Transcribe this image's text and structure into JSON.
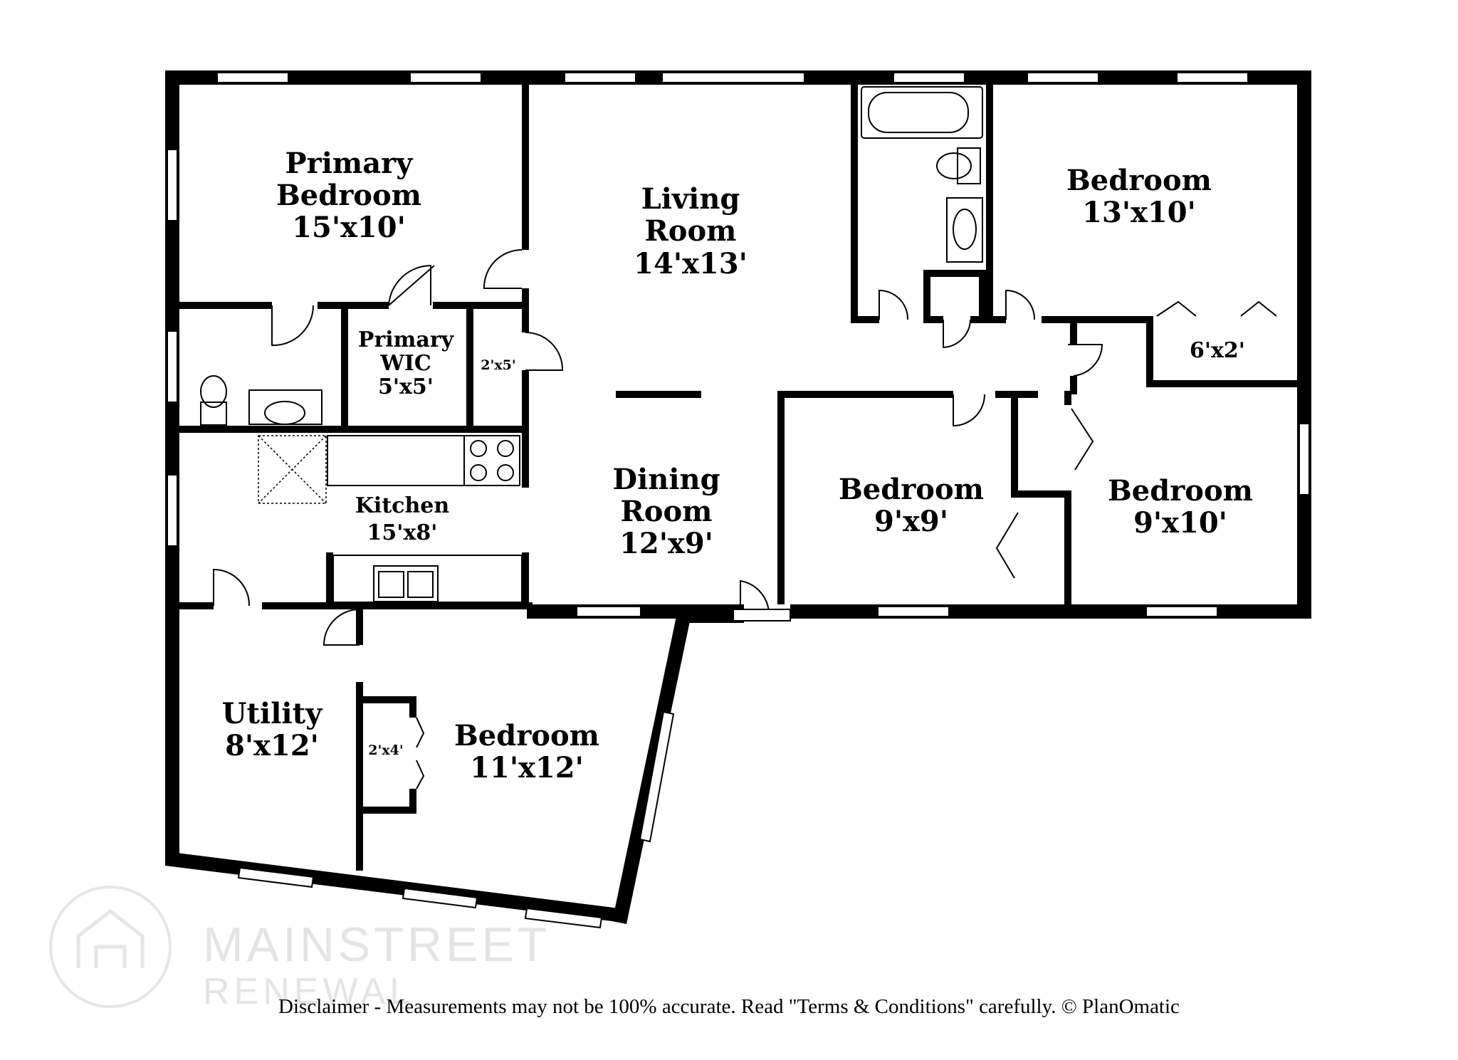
{
  "rooms": {
    "primary_bedroom": {
      "name_line1": "Primary",
      "name_line2": "Bedroom",
      "dims": "15'x10'"
    },
    "living_room": {
      "name_line1": "Living",
      "name_line2": "Room",
      "dims": "14'x13'"
    },
    "bedroom_ne": {
      "name": "Bedroom",
      "dims": "13'x10'"
    },
    "closet_ne": {
      "dims": "6'x2'"
    },
    "primary_wic": {
      "name_line1": "Primary",
      "name_line2": "WIC",
      "dims": "5'x5'"
    },
    "closet_hall": {
      "dims": "2'x5'"
    },
    "kitchen": {
      "name": "Kitchen",
      "dims": "15'x8'"
    },
    "dining_room": {
      "name_line1": "Dining",
      "name_line2": "Room",
      "dims": "12'x9'"
    },
    "bedroom_mid": {
      "name": "Bedroom",
      "dims": "9'x9'"
    },
    "bedroom_east": {
      "name": "Bedroom",
      "dims": "9'x10'"
    },
    "utility": {
      "name": "Utility",
      "dims": "8'x12'"
    },
    "closet_sw": {
      "dims": "2'x4'"
    },
    "bedroom_sw": {
      "name": "Bedroom",
      "dims": "11'x12'"
    }
  },
  "watermark": {
    "line1": "MAINSTREET",
    "line2": "RENEWAL"
  },
  "disclaimer": "Disclaimer - Measurements may not be 100% accurate. Read \"Terms & Conditions\" carefully. © PlanOmatic"
}
